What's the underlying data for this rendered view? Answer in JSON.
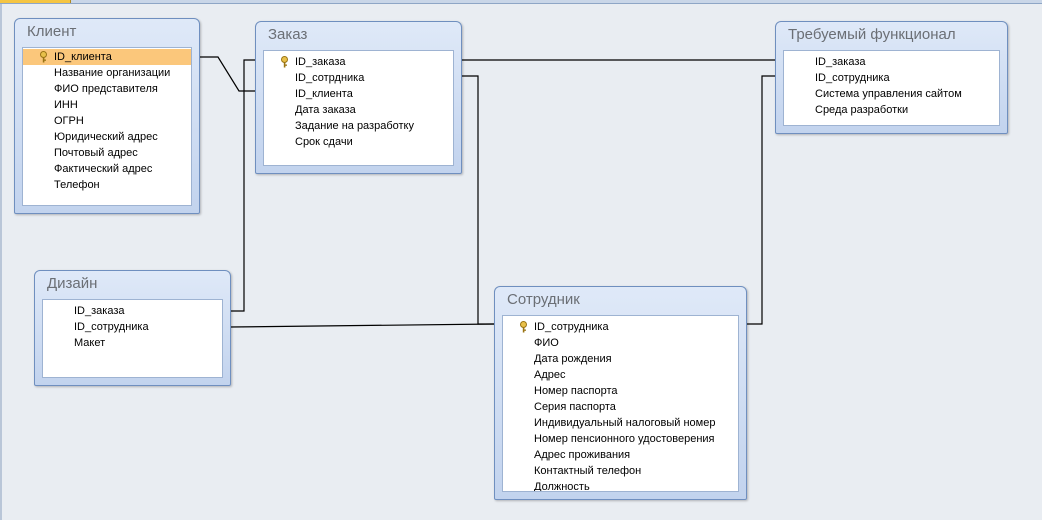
{
  "tables": {
    "client": {
      "title": "Клиент",
      "fields": [
        "ID_клиента",
        "Название организации",
        "ФИО представителя",
        "ИНН",
        "ОГРН",
        "Юридический адрес",
        "Почтовый адрес",
        "Фактический адрес",
        "Телефон"
      ]
    },
    "order": {
      "title": "Заказ",
      "fields": [
        "ID_заказа",
        "ID_сотрдника",
        "ID_клиента",
        "Дата заказа",
        "Задание на разработку",
        "Срок сдачи"
      ]
    },
    "requirements": {
      "title": "Требуемый функционал",
      "fields": [
        "ID_заказа",
        "ID_сотрудника",
        "Система управления сайтом",
        "Среда разработки"
      ]
    },
    "design": {
      "title": "Дизайн",
      "fields": [
        "ID_заказа",
        "ID_сотрудника",
        "Макет"
      ]
    },
    "employee": {
      "title": "Сотрудник",
      "fields": [
        "ID_сотрудника",
        "ФИО",
        "Дата рождения",
        "Адрес",
        "Номер паспорта",
        "Серия паспорта",
        "Индивидуальный налоговый номер",
        "Номер пенсионного удостоверения",
        "Адрес проживания",
        "Контактный телефон",
        "Должность"
      ]
    }
  },
  "colors": {
    "selected_row": "#fbc77b",
    "key_icon": "#d4a62a",
    "relationship_line": "#000000"
  }
}
